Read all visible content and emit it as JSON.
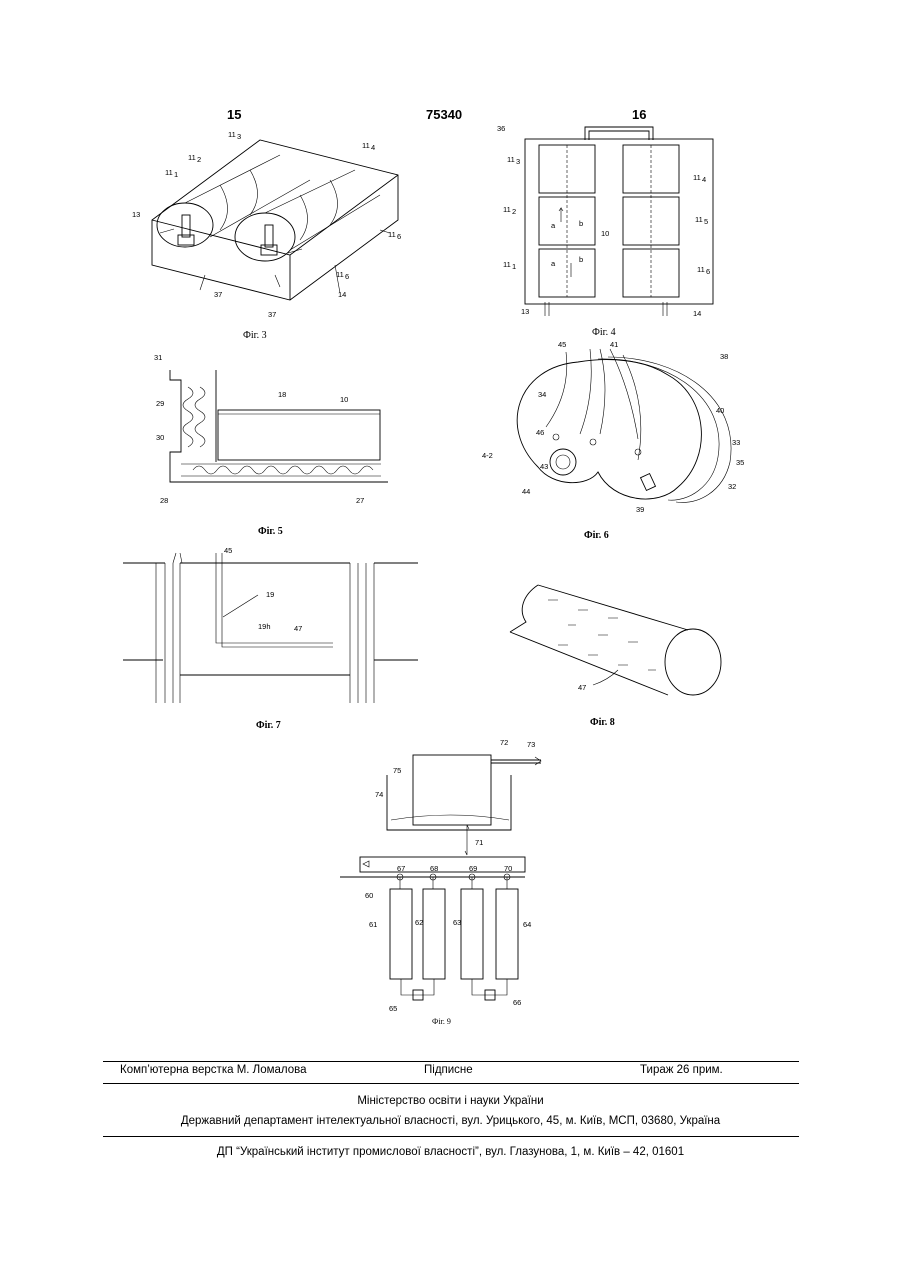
{
  "header": {
    "left_page": "15",
    "patent_number": "75340",
    "right_page": "16"
  },
  "figures": {
    "fig3": {
      "caption": "Фіг. 3",
      "labels": [
        "11",
        "3",
        "11",
        "2",
        "11",
        "1",
        "11",
        "4",
        "11",
        "6",
        "11",
        "6",
        "13",
        "37",
        "37",
        "14"
      ]
    },
    "fig4": {
      "caption": "Фіг. 4",
      "labels": [
        "36",
        "11",
        "3",
        "11",
        "4",
        "11",
        "2",
        "11",
        "5",
        "11",
        "1",
        "11",
        "6",
        "a",
        "b",
        "a",
        "b",
        "10",
        "13",
        "14"
      ]
    },
    "fig5": {
      "caption": "Фіг. 5",
      "labels": [
        "31",
        "18",
        "10",
        "29",
        "30",
        "28",
        "27"
      ]
    },
    "fig6": {
      "caption": "Фіг. 6",
      "labels": [
        "45",
        "41",
        "38",
        "34",
        "40",
        "46",
        "33",
        "4-2",
        "43",
        "35",
        "44",
        "32",
        "39"
      ]
    },
    "fig7": {
      "caption": "Фіг. 7",
      "labels": [
        "45",
        "19",
        "19h",
        "47"
      ]
    },
    "fig8": {
      "caption": "Фіг. 8",
      "labels": [
        "47"
      ]
    },
    "fig9": {
      "caption": "Фіг. 9",
      "labels": [
        "72",
        "73",
        "75",
        "74",
        "71",
        "67",
        "68",
        "69",
        "70",
        "60",
        "61",
        "62",
        "63",
        "64",
        "65",
        "66"
      ]
    }
  },
  "footer": {
    "typesetting": "Комп’ютерна верстка М. Ломалова",
    "signed": "Підписне",
    "circulation": "Тираж 26 прим.",
    "ministry": "Міністерство освіти і науки України",
    "department": "Державний департамент інтелектуальної власності, вул. Урицького, 45, м. Київ, МСП, 03680, Україна",
    "institute": "ДП “Український інститут промислової власності”, вул. Глазунова, 1, м. Київ – 42, 01601"
  }
}
